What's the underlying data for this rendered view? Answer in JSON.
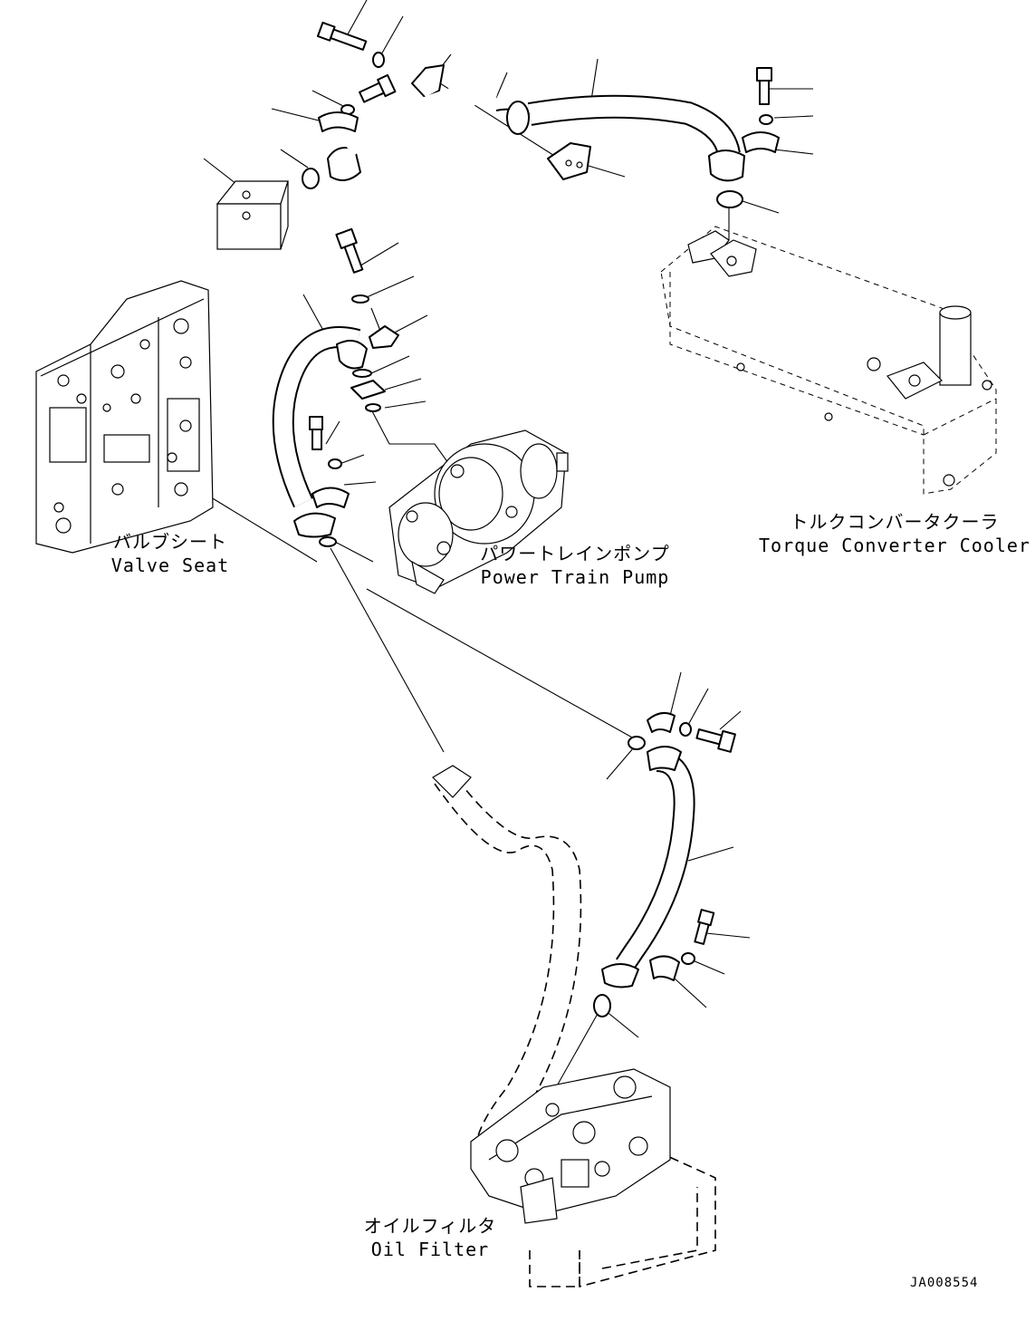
{
  "labels": {
    "valve_seat": {
      "jp": "バルブシート",
      "en": "Valve Seat"
    },
    "power_train_pump": {
      "jp": "パワートレインポンプ",
      "en": "Power Train Pump"
    },
    "torque_converter_cooler": {
      "jp": "トルクコンバータクーラ",
      "en": "Torque Converter Cooler"
    },
    "oil_filter": {
      "jp": "オイルフィルタ",
      "en": "Oil Filter"
    }
  },
  "drawing_code": "JA008554"
}
